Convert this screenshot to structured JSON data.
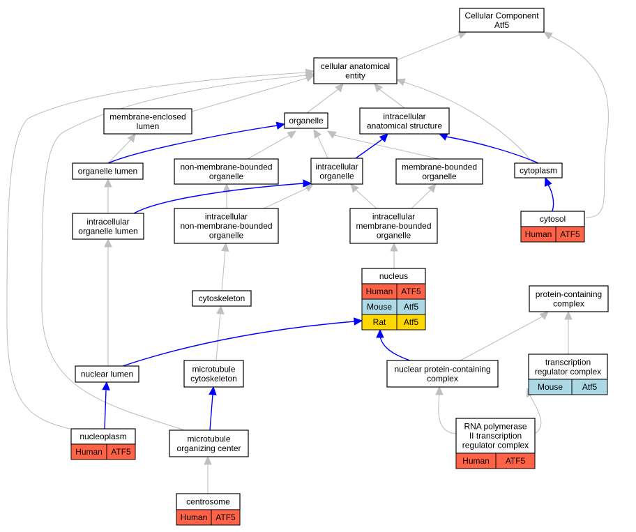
{
  "colors": {
    "human": "#ff6347",
    "mouse": "#add8e6",
    "rat": "#ffd700",
    "edge_gray": "#c0c0c0",
    "edge_blue": "#0000ff"
  },
  "nodes": {
    "cellular-component": {
      "lines": [
        "Cellular Component",
        "Atf5"
      ]
    },
    "cellular-anatomical-entity": {
      "lines": [
        "cellular anatomical",
        "entity"
      ]
    },
    "membrane-enclosed-lumen": {
      "lines": [
        "membrane-enclosed",
        "lumen"
      ]
    },
    "organelle": {
      "lines": [
        "organelle"
      ]
    },
    "intracellular-anatomical-structure": {
      "lines": [
        "intracellular",
        "anatomical structure"
      ]
    },
    "organelle-lumen": {
      "lines": [
        "organelle lumen"
      ]
    },
    "non-membrane-bounded-organelle": {
      "lines": [
        "non-membrane-bounded",
        "organelle"
      ]
    },
    "intracellular-organelle": {
      "lines": [
        "intracellular",
        "organelle"
      ]
    },
    "membrane-bounded-organelle": {
      "lines": [
        "membrane-bounded",
        "organelle"
      ]
    },
    "cytoplasm": {
      "lines": [
        "cytoplasm"
      ]
    },
    "intracellular-organelle-lumen": {
      "lines": [
        "intracellular",
        "organelle lumen"
      ]
    },
    "intracellular-non-membrane-bounded-organelle": {
      "lines": [
        "intracellular",
        "non-membrane-bounded",
        "organelle"
      ]
    },
    "intracellular-membrane-bounded-organelle": {
      "lines": [
        "intracellular",
        "membrane-bounded",
        "organelle"
      ]
    },
    "cytosol": {
      "lines": [
        "cytosol"
      ],
      "rows": [
        [
          "Human",
          "ATF5"
        ]
      ]
    },
    "nucleus": {
      "lines": [
        "nucleus"
      ],
      "rows": [
        [
          "Human",
          "ATF5"
        ],
        [
          "Mouse",
          "Atf5"
        ],
        [
          "Rat",
          "Atf5"
        ]
      ]
    },
    "cytoskeleton": {
      "lines": [
        "cytoskeleton"
      ]
    },
    "protein-containing-complex": {
      "lines": [
        "protein-containing",
        "complex"
      ]
    },
    "nuclear-lumen": {
      "lines": [
        "nuclear lumen"
      ]
    },
    "microtubule-cytoskeleton": {
      "lines": [
        "microtubule",
        "cytoskeleton"
      ]
    },
    "nuclear-protein-containing-complex": {
      "lines": [
        "nuclear protein-containing",
        "complex"
      ]
    },
    "transcription-regulator-complex": {
      "lines": [
        "transcription",
        "regulator complex"
      ],
      "rows": [
        [
          "Mouse",
          "Atf5"
        ]
      ]
    },
    "nucleoplasm": {
      "lines": [
        "nucleoplasm"
      ],
      "rows": [
        [
          "Human",
          "ATF5"
        ]
      ]
    },
    "microtubule-organizing-center": {
      "lines": [
        "microtubule",
        "organizing center"
      ]
    },
    "rna-polymerase-ii-transcription-regulator-complex": {
      "lines": [
        "RNA polymerase",
        "II transcription",
        "regulator complex"
      ],
      "rows": [
        [
          "Human",
          "ATF5"
        ]
      ]
    },
    "centrosome": {
      "lines": [
        "centrosome"
      ],
      "rows": [
        [
          "Human",
          "ATF5"
        ]
      ]
    }
  }
}
